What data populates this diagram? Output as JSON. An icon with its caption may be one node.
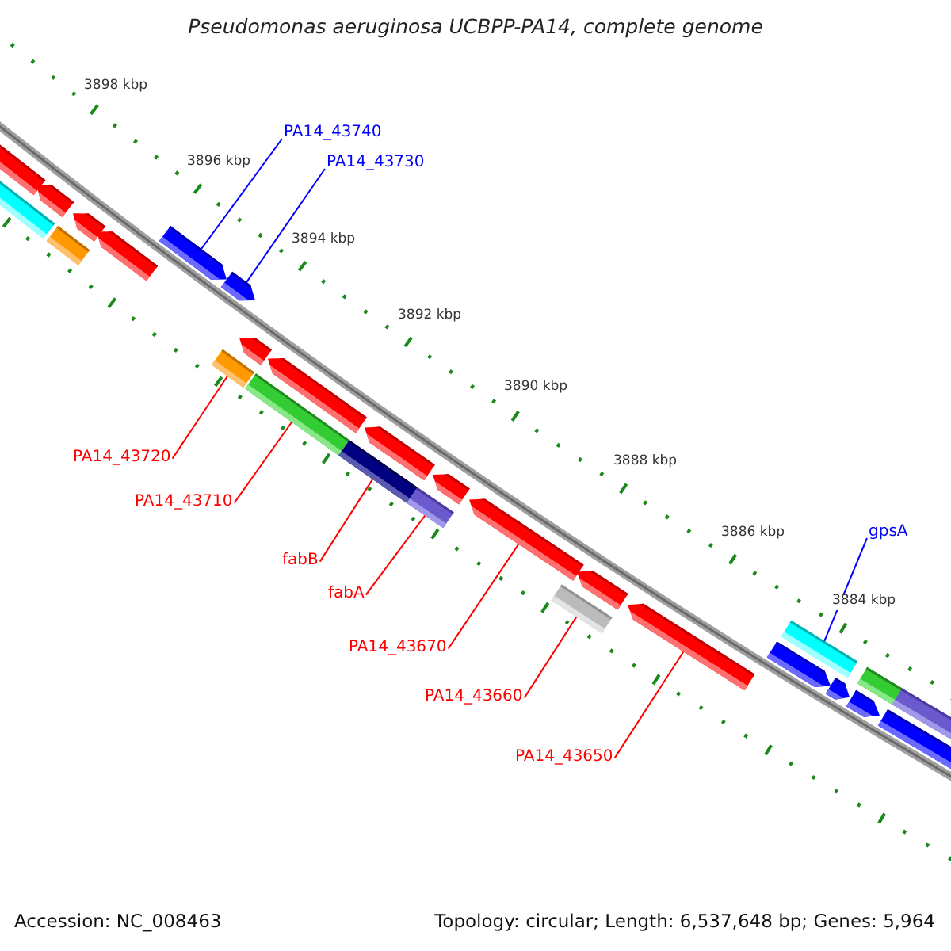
{
  "diagram": {
    "title": "Pseudomonas aeruginosa UCBPP-PA14, complete genome",
    "nodes": [
      {
        "text": [
          "PA14_43740"
        ]
      },
      {
        "text": [
          "PA14_43730"
        ]
      },
      {
        "text": [
          "gpsA"
        ]
      },
      {
        "text": [
          "PA14_43720"
        ]
      },
      {
        "text": [
          "PA14_43710"
        ]
      },
      {
        "text": [
          "fabB"
        ]
      },
      {
        "text": [
          "fabA"
        ]
      },
      {
        "text": [
          "PA14_43670"
        ]
      },
      {
        "text": [
          "PA14_43660"
        ]
      },
      {
        "text": [
          "PA14_43650"
        ]
      },
      {
        "text": [],
        "shape": "arrow"
      },
      {
        "text": [],
        "shape": "bar"
      },
      {
        "text": [],
        "shape": "arrow"
      },
      {
        "text": [],
        "shape": "bar"
      },
      {
        "text": [],
        "shape": "arrow"
      },
      {
        "text": [],
        "shape": "arrow"
      },
      {
        "text": [],
        "shape": "arrow"
      },
      {
        "text": [],
        "shape": "bar"
      },
      {
        "text": [],
        "shape": "arrow"
      },
      {
        "text": [],
        "shape": "arrow"
      },
      {
        "text": [],
        "shape": "bar"
      },
      {
        "text": [],
        "shape": "arrow"
      },
      {
        "text": [],
        "shape": "bar"
      },
      {
        "text": [],
        "shape": "arrow"
      },
      {
        "text": [],
        "shape": "bar"
      },
      {
        "text": [],
        "shape": "arrow"
      },
      {
        "text": [],
        "shape": "arrow"
      },
      {
        "text": [],
        "shape": "bar"
      },
      {
        "text": [],
        "shape": "arrow"
      },
      {
        "text": [],
        "shape": "arrow"
      },
      {
        "text": [],
        "shape": "arrow"
      },
      {
        "text": [],
        "shape": "bar"
      },
      {
        "text": [],
        "shape": "arrow"
      },
      {
        "text": [],
        "shape": "arrow"
      },
      {
        "text": [],
        "shape": "bar"
      },
      {
        "text": [],
        "shape": "arrow"
      },
      {
        "text": [],
        "shape": "bar"
      }
    ],
    "edges": [
      {
        "from": 0,
        "to": 16,
        "arrow": "none",
        "color": "#0000ff"
      },
      {
        "from": 1,
        "to": 18,
        "arrow": "none",
        "color": "#0000ff"
      },
      {
        "from": 2,
        "to": 31,
        "arrow": "none",
        "color": "#0000ff"
      },
      {
        "from": 3,
        "to": 17,
        "arrow": "none"
      },
      {
        "from": 4,
        "to": 20,
        "arrow": "none"
      },
      {
        "from": 5,
        "to": 22,
        "arrow": "none"
      },
      {
        "from": 6,
        "to": 24,
        "arrow": "none"
      },
      {
        "from": 7,
        "to": 26,
        "arrow": "none"
      },
      {
        "from": 8,
        "to": 27,
        "arrow": "none"
      },
      {
        "from": 9,
        "to": 29,
        "arrow": "none"
      }
    ],
    "labels": [
      "3898 kbp",
      "3896 kbp",
      "3894 kbp",
      "3892 kbp",
      "3890 kbp",
      "3888 kbp",
      "3886 kbp",
      "3884 kbp",
      "Accession: NC_008463",
      "Topology: circular; Length: 6,537,648 bp; Genes: 5,964"
    ]
  }
}
